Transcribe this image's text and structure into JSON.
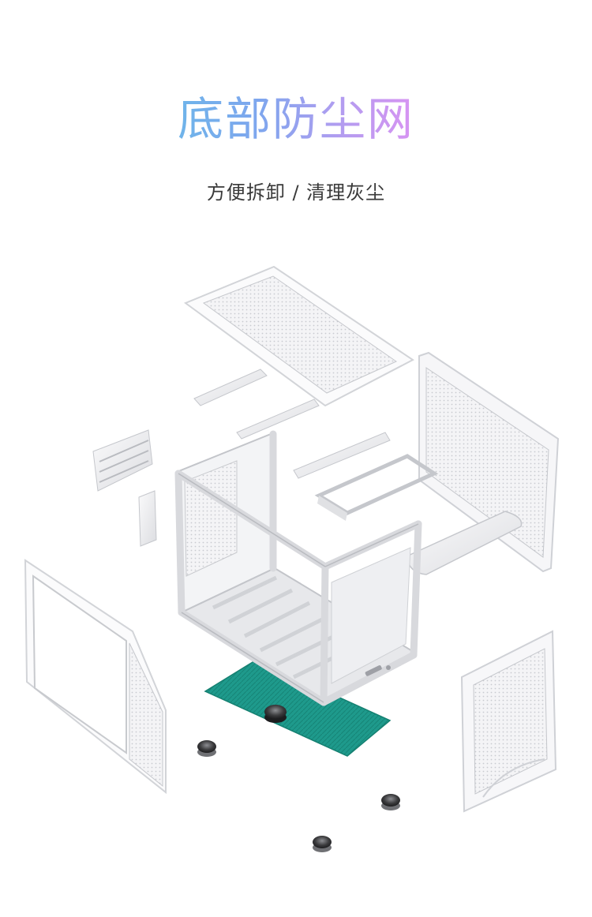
{
  "header": {
    "title": "底部防尘网",
    "subtitle": "方便拆卸 / 清理灰尘"
  },
  "colors": {
    "title_gradient_start": "#6fb4ea",
    "title_gradient_end": "#d894f2",
    "subtitle": "#3a3a3a",
    "dust_filter": "#1e9a8c",
    "chassis": "#f1f2f4",
    "feet": "#3b3b3d"
  },
  "illustration": {
    "subject": "exploded-view-pc-case-with-bottom-dust-filter"
  }
}
